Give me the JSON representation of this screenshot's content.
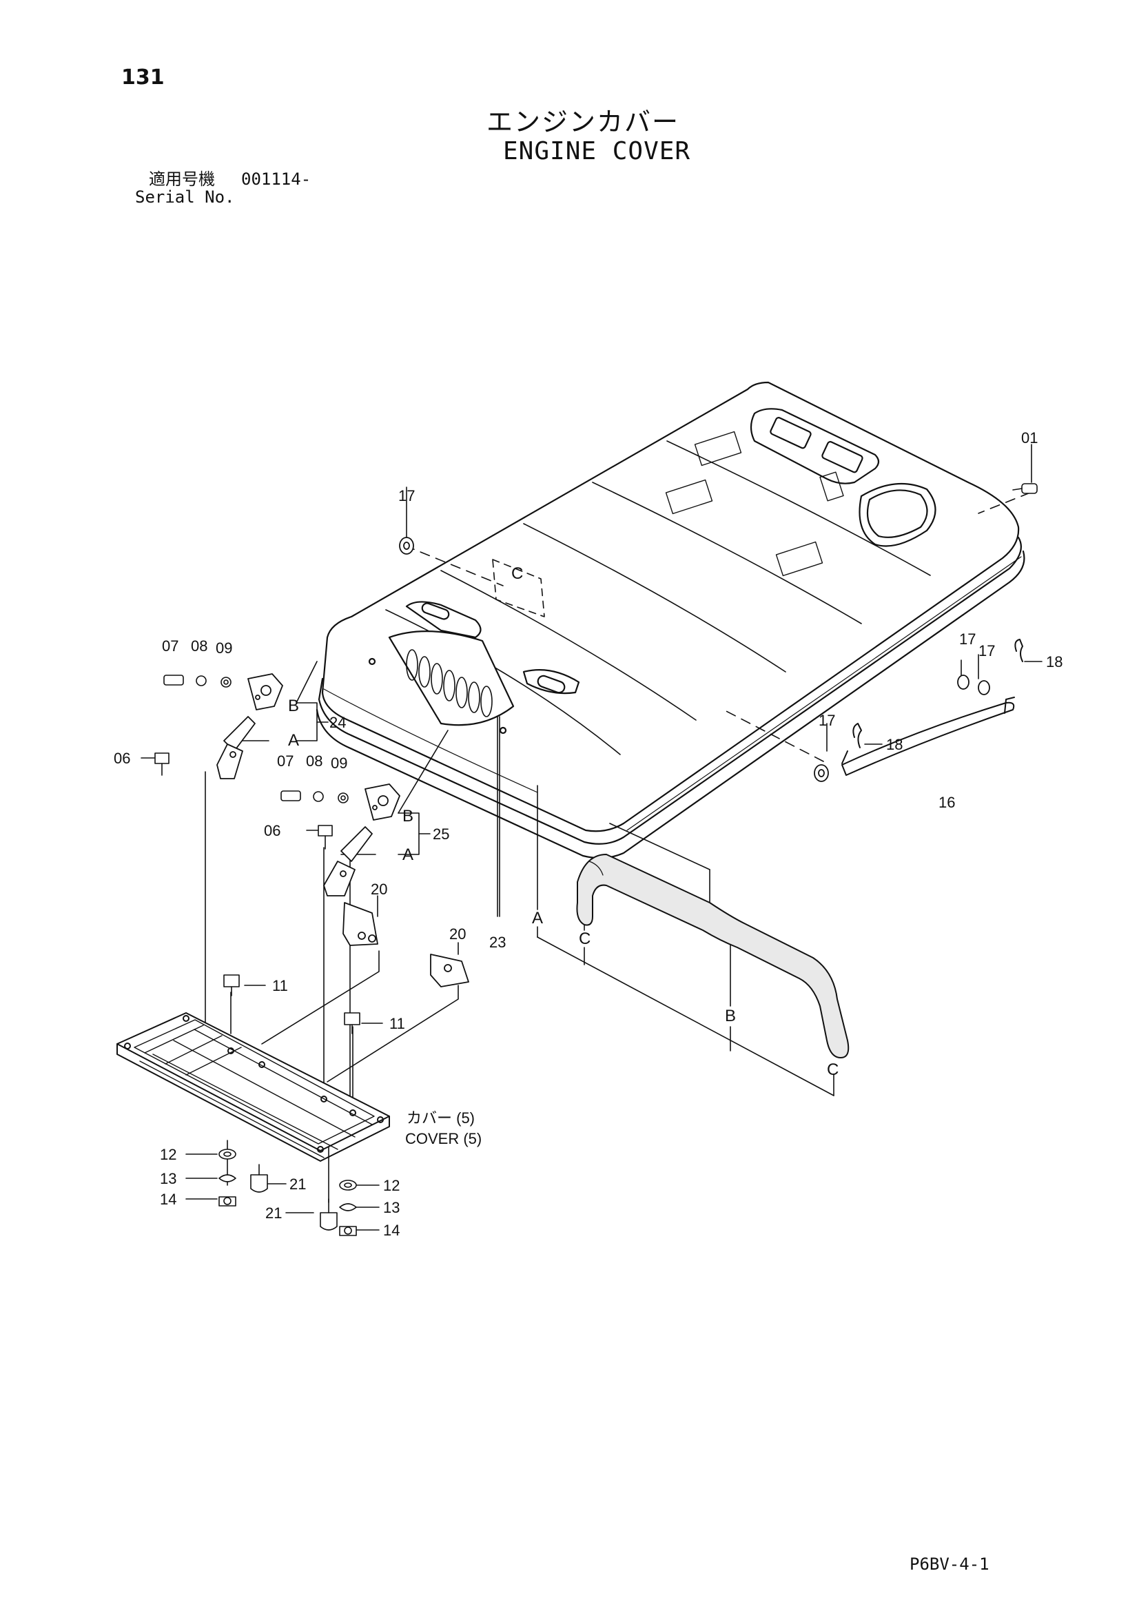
{
  "header": {
    "page_number": "131",
    "title_ja": "エンジンカバー",
    "title_en": "ENGINE COVER",
    "serial_label_ja": "適用号機",
    "serial_value": "001114-",
    "serial_label_en": "Serial No."
  },
  "footer": {
    "code": "P6BV-4-1"
  },
  "diagram": {
    "part_callouts": [
      "01",
      "06",
      "06",
      "07",
      "07",
      "08",
      "08",
      "09",
      "09",
      "11",
      "11",
      "12",
      "12",
      "13",
      "13",
      "14",
      "14",
      "16",
      "17",
      "17",
      "17",
      "17",
      "18",
      "18",
      "20",
      "20",
      "21",
      "21",
      "23",
      "24",
      "25"
    ],
    "letters": {
      "a": "A",
      "b": "B",
      "c": "C"
    },
    "cover_label_ja": "カバー (5)",
    "cover_label_en": "COVER (5)"
  }
}
